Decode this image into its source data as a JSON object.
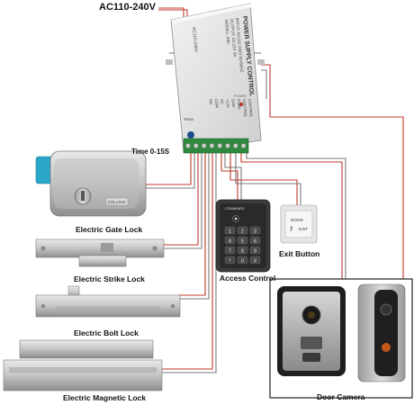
{
  "power_input": {
    "label": "AC110-240V"
  },
  "power_supply": {
    "title": "POWER SUPPLY CONTROL",
    "specs": [
      "INPUT: AC110-240V 50-60HZ",
      "OUTPUT: DC12V 3A",
      "MODEL: K80"
    ],
    "side_text": "AC110-240V",
    "controls": [
      "CONTROL",
      "CONTROL",
      "PUSH",
      "GND",
      "+12V",
      "NC",
      "COM",
      "NO"
    ],
    "brand": "Tema",
    "indicator_label": "POWER",
    "delay_label": "Time 0-15S"
  },
  "devices": {
    "gate_lock": {
      "label": "Electric Gate Lock",
      "plate_text": "COLLSAS"
    },
    "strike_lock": {
      "label": "Electric Strike Lock"
    },
    "bolt_lock": {
      "label": "Electric Bolt Lock"
    },
    "magnetic_lock": {
      "label": "Electric Magnetic Lock"
    },
    "access_control": {
      "label": "Access Control",
      "brand": "CONMINES",
      "keys": [
        "1",
        "2",
        "3",
        "4",
        "5",
        "6",
        "7",
        "8",
        "9",
        "*",
        "0",
        "#"
      ]
    },
    "exit_button": {
      "label": "Exit Button",
      "text_top": "DOOR",
      "text_bottom": "EXIT"
    },
    "door_camera": {
      "label": "Door Camera"
    }
  },
  "colors": {
    "wire_red": "#c0392b",
    "wire_gray": "#7a7a7a",
    "terminal_green": "#2e8b3d"
  }
}
